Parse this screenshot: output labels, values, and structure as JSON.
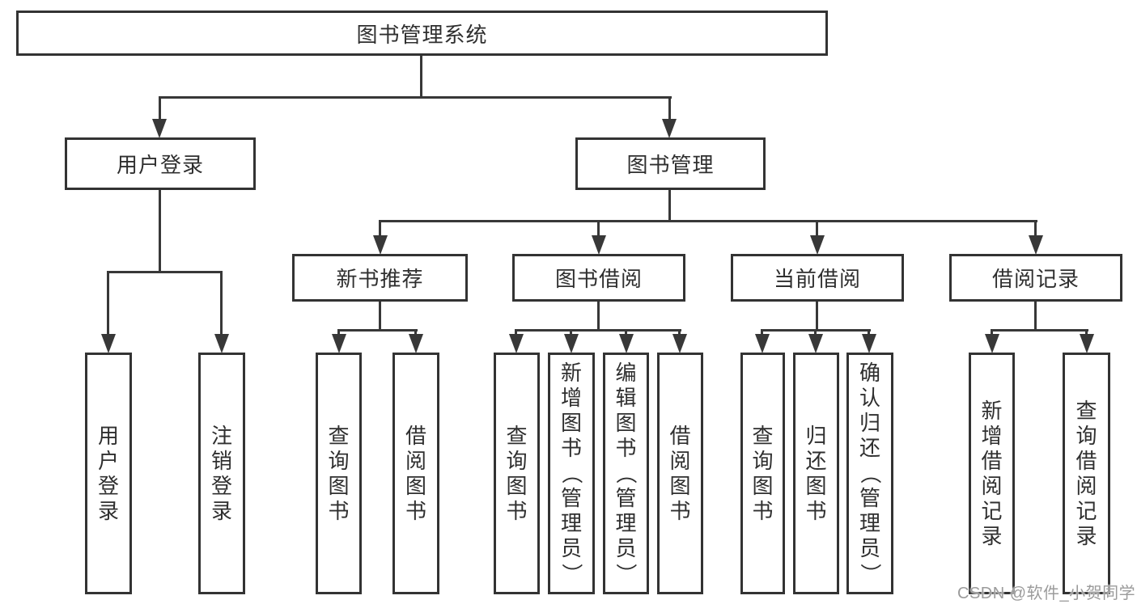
{
  "diagram": {
    "title": "图书管理系统",
    "colors": {
      "line": "#383838",
      "border": "#333333",
      "text": "#2f2f2f",
      "background": "#ffffff"
    },
    "nodes": {
      "root": {
        "label": "图书管理系统"
      },
      "level2": [
        {
          "id": "user-login",
          "label": "用户登录"
        },
        {
          "id": "book-management",
          "label": "图书管理"
        }
      ],
      "level3": [
        {
          "id": "new-book-recommend",
          "parent": "book-management",
          "label": "新书推荐"
        },
        {
          "id": "book-borrowing",
          "parent": "book-management",
          "label": "图书借阅"
        },
        {
          "id": "current-borrowing",
          "parent": "book-management",
          "label": "当前借阅"
        },
        {
          "id": "borrowing-records",
          "parent": "book-management",
          "label": "借阅记录"
        }
      ],
      "level4": [
        {
          "parent": "user-login",
          "label": "用户登录"
        },
        {
          "parent": "user-login",
          "label": "注销登录"
        },
        {
          "parent": "new-book-recommend",
          "label": "查询图书"
        },
        {
          "parent": "new-book-recommend",
          "label": "借阅图书"
        },
        {
          "parent": "book-borrowing",
          "label": "查询图书"
        },
        {
          "parent": "book-borrowing",
          "label": "新增图书（管理员）"
        },
        {
          "parent": "book-borrowing",
          "label": "编辑图书（管理员）"
        },
        {
          "parent": "book-borrowing",
          "label": "借阅图书"
        },
        {
          "parent": "current-borrowing",
          "label": "查询图书"
        },
        {
          "parent": "current-borrowing",
          "label": "归还图书"
        },
        {
          "parent": "current-borrowing",
          "label": "确认归还（管理员）"
        },
        {
          "parent": "borrowing-records",
          "label": "新增借阅记录"
        },
        {
          "parent": "borrowing-records",
          "label": "查询借阅记录"
        }
      ]
    }
  },
  "watermark": {
    "text": "CSDN @软件_小贺同学",
    "color": "#9b9b9b"
  }
}
